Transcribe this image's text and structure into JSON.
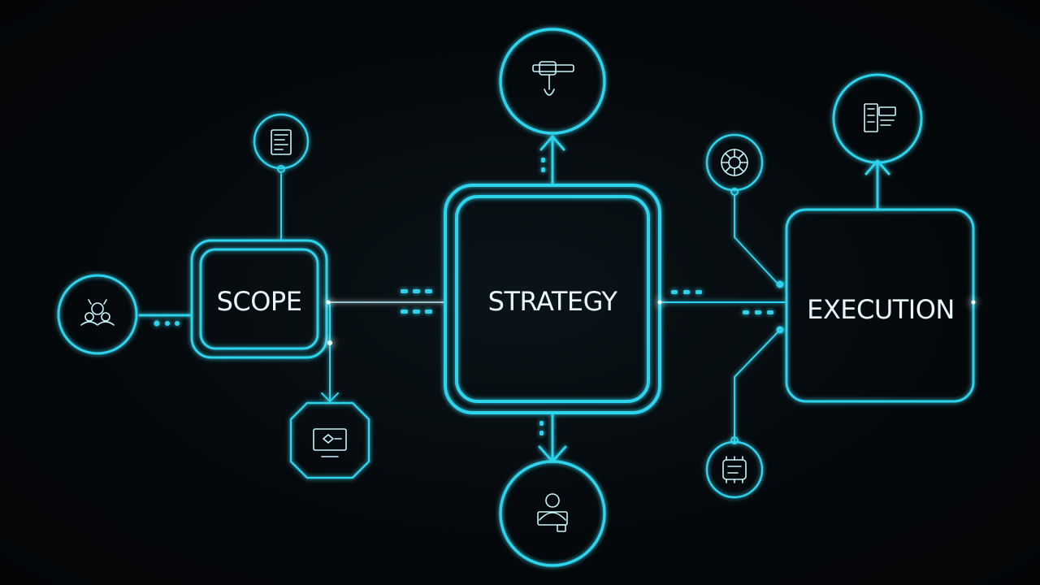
{
  "colors": {
    "background": "#05080b",
    "accent": "#2fd3ec",
    "accent_bright": "#7ff1ff",
    "label": "#e6f6fa"
  },
  "nodes": {
    "scope": {
      "label": "SCOPE"
    },
    "strategy": {
      "label": "STRATEGY"
    },
    "execution": {
      "label": "EXECUTION"
    }
  },
  "icons": {
    "left": "team-icon",
    "scope_top": "document-icon",
    "scope_bottom": "monitor-icon",
    "strategy_top": "tool-icon",
    "strategy_bottom": "person-at-desk-icon",
    "execution_top": "dashboard-icon",
    "execution_upper_left": "gear-icon",
    "execution_lower_left": "chip-icon"
  }
}
